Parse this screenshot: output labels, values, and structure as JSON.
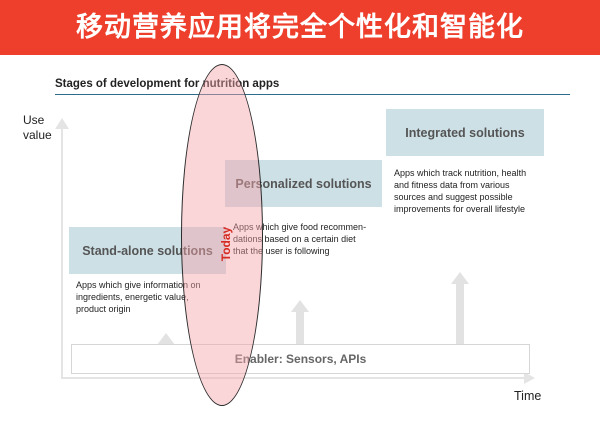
{
  "banner": {
    "title": "移动营养应用将完全个性化和智能化",
    "color": "#ee3e2c"
  },
  "subtitle": "Stages of development for nutrition apps",
  "axes": {
    "y_label_line1": "Use",
    "y_label_line2": "value",
    "x_label": "Time"
  },
  "stages": [
    {
      "title": "Stand-alone solutions",
      "desc": [
        "Apps which give information on",
        "ingredients, energetic value,",
        "product origin"
      ]
    },
    {
      "title": "Personalized solutions",
      "desc": [
        "Apps which give food recommen-",
        "dations based on a certain diet",
        "that the user is following"
      ]
    },
    {
      "title": "Integrated solutions",
      "desc": [
        "Apps which track nutrition, health",
        "and fitness data from various",
        "sources and suggest possible",
        "improvements for overall lifestyle"
      ]
    }
  ],
  "enabler": "Enabler: Sensors, APIs",
  "today": "Today",
  "colors": {
    "stage_box": "#cde0e6",
    "ellipse_fill": "#f7a5aa",
    "today_text": "#d62b22",
    "rule": "#2e6c8c"
  }
}
